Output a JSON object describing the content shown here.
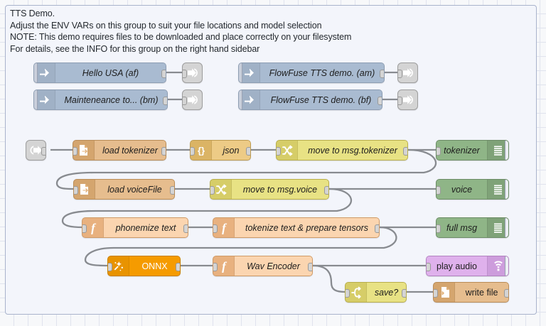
{
  "editor": {
    "app": "node-red-flow-editor",
    "canvas_bg": "#f7f8fa",
    "grid_color": "#e0e3ee",
    "wire_color": "#888b90"
  },
  "group": {
    "name": "tts-demo-group",
    "fill": "#f3f5fb",
    "border": "#a9b3cc",
    "comment_lines": [
      "TTS Demo.",
      "Adjust the ENV VARs on this group to suit your file locations and model selection",
      "NOTE: This demo requires files to be downloaded and place correctly on your filesystem",
      "For details, see the INFO for this group on the right hand sidebar"
    ],
    "comment_text": "TTS Demo.\nAdjust the ENV VARs on this group to suit your file locations and model selection\nNOTE: This demo requires files to be downloaded and place correctly on your filesystem\nFor details, see the INFO for this group on the right hand sidebar"
  },
  "nodes": {
    "inject_hello_usa": {
      "label": "Hello USA (af)",
      "type": "inject",
      "icon": "inject-arrow-icon",
      "color": "#a9bbd1"
    },
    "inject_maintenance": {
      "label": "Mainteneance to... (bm)",
      "type": "inject",
      "icon": "inject-arrow-icon",
      "color": "#a9bbd1"
    },
    "inject_demo_am": {
      "label": "FlowFuse TTS demo. (am)",
      "type": "inject",
      "icon": "inject-arrow-icon",
      "color": "#a9bbd1"
    },
    "inject_demo_bf": {
      "label": "FlowFuse TTS demo. (bf)",
      "type": "inject",
      "icon": "inject-arrow-icon",
      "color": "#a9bbd1"
    },
    "link_out_1": {
      "label": "",
      "type": "link out",
      "icon": "link-out-icon",
      "color": "#d4d4d4"
    },
    "link_out_2": {
      "label": "",
      "type": "link out",
      "icon": "link-out-icon",
      "color": "#d4d4d4"
    },
    "link_out_3": {
      "label": "",
      "type": "link out",
      "icon": "link-out-icon",
      "color": "#d4d4d4"
    },
    "link_out_4": {
      "label": "",
      "type": "link out",
      "icon": "link-out-icon",
      "color": "#d4d4d4"
    },
    "link_in_1": {
      "label": "",
      "type": "link in",
      "icon": "link-in-icon",
      "color": "#d4d4d4"
    },
    "load_tokenizer": {
      "label": "load tokenizer",
      "type": "file in",
      "icon": "file-icon",
      "color": "#e0ae74"
    },
    "json": {
      "label": "json",
      "type": "json",
      "icon": "braces-icon",
      "color": "#e7be6b"
    },
    "move_tokenizer": {
      "label": "move to msg.tokenizer",
      "type": "change",
      "icon": "shuffle-icon",
      "color": "#e2d96e"
    },
    "debug_tokenizer": {
      "label": "tokenizer",
      "type": "debug",
      "icon": "debug-lines-icon",
      "color": "#86ab7f"
    },
    "load_voicefile": {
      "label": "load voiceFile",
      "type": "file in",
      "icon": "file-icon",
      "color": "#e0ae74"
    },
    "move_voice": {
      "label": "move to msg.voice",
      "type": "change",
      "icon": "shuffle-icon",
      "color": "#e2d96e"
    },
    "debug_voice": {
      "label": "voice",
      "type": "debug",
      "icon": "debug-lines-icon",
      "color": "#86ab7f"
    },
    "phonemize_text": {
      "label": "phonemize text",
      "type": "function",
      "icon": "function-f-icon",
      "color": "#f5bb86"
    },
    "tokenize_prepare": {
      "label": "tokenize text & prepare tensors",
      "type": "function",
      "icon": "function-f-icon",
      "color": "#f5bb86"
    },
    "debug_full_msg": {
      "label": "full msg",
      "type": "debug",
      "icon": "debug-lines-icon",
      "color": "#86ab7f"
    },
    "onnx": {
      "label": "ONNX",
      "type": "onnx",
      "icon": "magic-wand-icon",
      "color": "#f59b00"
    },
    "wav_encoder": {
      "label": "Wav Encoder",
      "type": "function",
      "icon": "function-f-icon",
      "color": "#f5bb86"
    },
    "play_audio": {
      "label": "play audio",
      "type": "audio out",
      "icon": "speaker-icon",
      "color": "#d9a6e8"
    },
    "save_switch": {
      "label": "save?",
      "type": "switch",
      "icon": "switch-icon",
      "color": "#e2d96e"
    },
    "write_file": {
      "label": "write file",
      "type": "file out",
      "icon": "file-out-icon",
      "color": "#e0ae74"
    }
  }
}
